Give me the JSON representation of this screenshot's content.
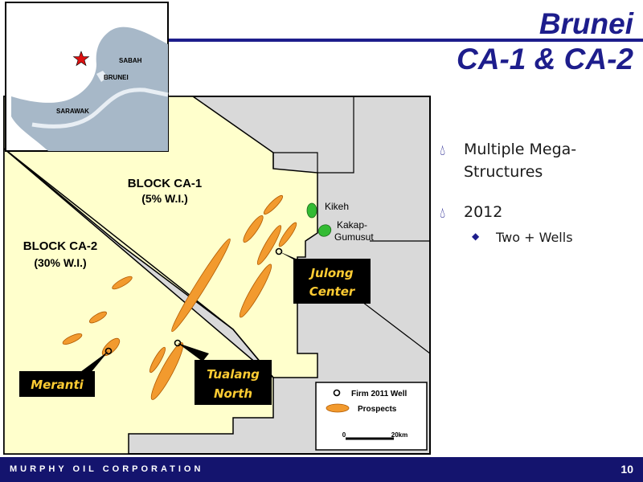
{
  "title": {
    "line1": "Brunei",
    "line2": "CA-1 & CA-2"
  },
  "inset": {
    "labels": {
      "sabah": "SABAH",
      "brunei": "BRUNEI",
      "sarawak": "SARAWAK"
    }
  },
  "blocks": {
    "ca1": {
      "name": "BLOCK CA-1",
      "wi": "(5% W.I.)"
    },
    "ca2": {
      "name": "BLOCK CA-2",
      "wi": "(30% W.I.)"
    }
  },
  "fields": {
    "kikeh": "Kikeh",
    "kakap_line1": "Kakap-",
    "kakap_line2": "Gumusut"
  },
  "prospects": {
    "julong_line1": "Julong",
    "julong_line2": "Center",
    "meranti": "Meranti",
    "tualang_line1": "Tualang",
    "tualang_line2": "North"
  },
  "legend": {
    "well": "Firm 2011 Well",
    "prospects": "Prospects",
    "scale_start": "0",
    "scale_end": "20km"
  },
  "bullets": {
    "b1_line1": "Multiple Mega-",
    "b1_line2": "Structures",
    "b2": "2012",
    "b2_sub": "Two + Wells"
  },
  "footer": {
    "company": "MURPHY OIL CORPORATION",
    "page": "10"
  },
  "colors": {
    "navy": "#1d1d8c",
    "block_fill": "#ffffcc",
    "prospect": "#f29a2e",
    "field_green": "#33bb33",
    "label_bg": "#000000",
    "label_text": "#ffcc33"
  }
}
